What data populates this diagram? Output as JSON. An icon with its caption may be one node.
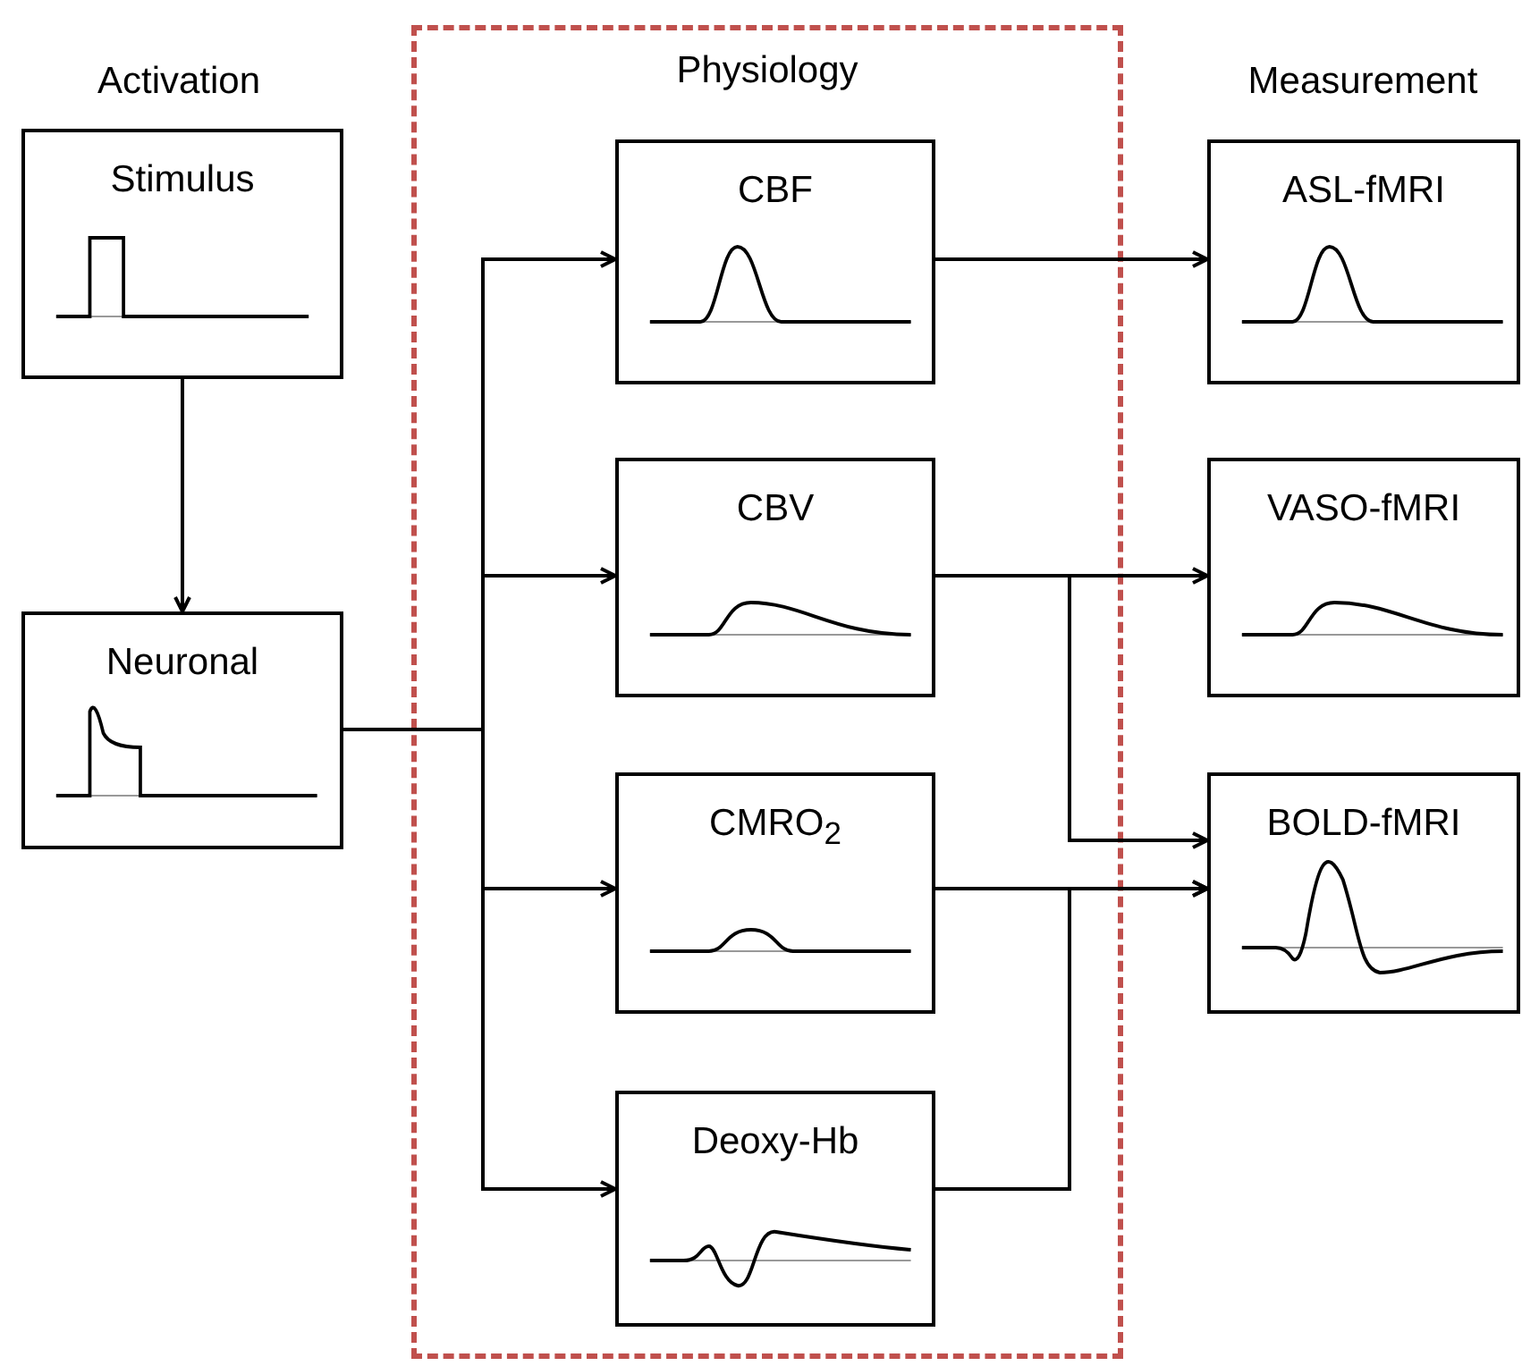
{
  "diagram": {
    "nodes": [
      {
        "text": [
          "Stimulus"
        ]
      },
      {
        "text": [
          "Neuronal"
        ]
      },
      {
        "text": [
          "Physiology"
        ]
      },
      {
        "text": [
          "CBF"
        ],
        "in": 2
      },
      {
        "text": [
          "CBV"
        ],
        "in": 2
      },
      {
        "text": [
          "CMRO$_{2}$"
        ],
        "in": 2
      },
      {
        "text": [
          "Deoxy-Hb"
        ],
        "in": 2
      },
      {
        "text": [
          "ASL-fMRI"
        ]
      },
      {
        "text": [
          "VASO-fMRI"
        ]
      },
      {
        "text": [
          "BOLD-fMRI"
        ]
      }
    ],
    "edges": [
      {
        "from": 0,
        "to": 1,
        "arrow": "to"
      },
      {
        "from": 1,
        "to": 3,
        "arrow": "to"
      },
      {
        "from": 1,
        "to": 4,
        "arrow": "to"
      },
      {
        "from": 1,
        "to": 5,
        "arrow": "to"
      },
      {
        "from": 1,
        "to": 6,
        "arrow": "to"
      },
      {
        "from": 3,
        "to": 7,
        "arrow": "to"
      },
      {
        "from": 4,
        "to": 8,
        "arrow": "to"
      },
      {
        "from": 4,
        "to": 9,
        "arrow": "to"
      },
      {
        "from": 5,
        "to": 9,
        "arrow": "to"
      },
      {
        "from": 6,
        "to": 9,
        "arrow": "to"
      }
    ],
    "labels": [
      "Activation",
      "Measurement"
    ]
  }
}
